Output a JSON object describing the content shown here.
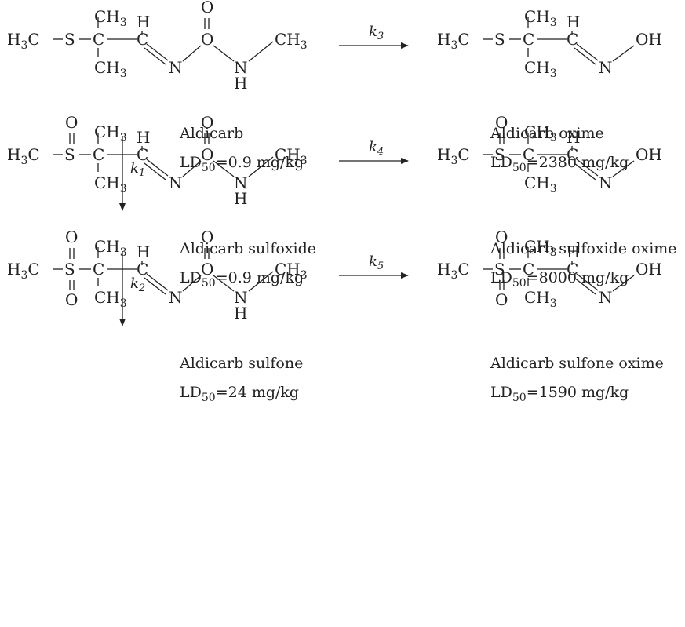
{
  "compounds": [
    {
      "name": "Aldicarb",
      "ld50": "=0.9 mg/kg",
      "ox": 0,
      "type": "carbamate"
    },
    {
      "name": "Aldicarb oxime",
      "ld50": "=2380 mg/kg",
      "ox": 0,
      "type": "oxime"
    },
    {
      "name": "Aldicarb sulfoxide",
      "ld50": "=0.9 mg/kg",
      "ox": 1,
      "type": "carbamate"
    },
    {
      "name": "Aldicarb sulfoxide oxime",
      "ld50": "=8000 mg/kg",
      "ox": 1,
      "type": "oxime"
    },
    {
      "name": "Aldicarb sulfone",
      "ld50": "=24 mg/kg",
      "ox": 2,
      "type": "carbamate"
    },
    {
      "name": "Aldicarb sulfone oxime",
      "ld50": "=1590 mg/kg",
      "ox": 2,
      "type": "oxime"
    }
  ],
  "ld50_label": {
    "main": "LD",
    "sub": "50"
  },
  "atoms": {
    "h3c": "H",
    "h3c_sub": "3",
    "h3c_c": "C",
    "s": "S",
    "c": "C",
    "ch": "CH",
    "ch3_sub": "3",
    "h": "H",
    "n": "N",
    "o": "O",
    "oh": "OH"
  },
  "rate_constants": [
    {
      "id": "k1",
      "letter": "k",
      "sub": "1",
      "from": "Aldicarb",
      "to": "Aldicarb sulfoxide",
      "direction": "down"
    },
    {
      "id": "k2",
      "letter": "k",
      "sub": "2",
      "from": "Aldicarb sulfoxide",
      "to": "Aldicarb sulfone",
      "direction": "down"
    },
    {
      "id": "k3",
      "letter": "k",
      "sub": "3",
      "from": "Aldicarb",
      "to": "Aldicarb oxime",
      "direction": "right"
    },
    {
      "id": "k4",
      "letter": "k",
      "sub": "4",
      "from": "Aldicarb sulfoxide",
      "to": "Aldicarb sulfoxide oxime",
      "direction": "right"
    },
    {
      "id": "k5",
      "letter": "k",
      "sub": "5",
      "from": "Aldicarb sulfone",
      "to": "Aldicarb sulfone oxime",
      "direction": "right"
    }
  ]
}
